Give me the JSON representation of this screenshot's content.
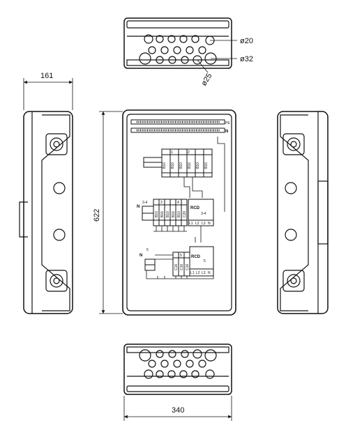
{
  "dimensions": {
    "depth": "161",
    "height": "622",
    "width": "340"
  },
  "glands": {
    "d20": "ø20",
    "d32": "ø32",
    "d25": "ø25"
  },
  "busbars": {
    "pe": "PE",
    "n": "N"
  },
  "row1": {
    "groups": [
      "1",
      "2"
    ],
    "breakers": [
      "B10",
      "B16",
      "B10",
      "B16",
      "B10",
      "B16"
    ]
  },
  "row2": {
    "n_label": "N",
    "group_label": "3-4",
    "groups": [
      "3",
      "4"
    ],
    "breakers": [
      "B10",
      "B16",
      "B10",
      "B16",
      "B10",
      "C20"
    ],
    "rcd": "RCD",
    "rcd_group": "3-4",
    "terminals": [
      "L1",
      "L2",
      "L3",
      "N"
    ]
  },
  "row3": {
    "n_label": "N",
    "group_label": "5",
    "group": "5",
    "breakers": [
      "C16",
      "C16",
      "C16"
    ],
    "rcd": "RCD",
    "rcd_group": "5",
    "terminals": [
      "L1",
      "L2",
      "L3",
      "N"
    ]
  }
}
